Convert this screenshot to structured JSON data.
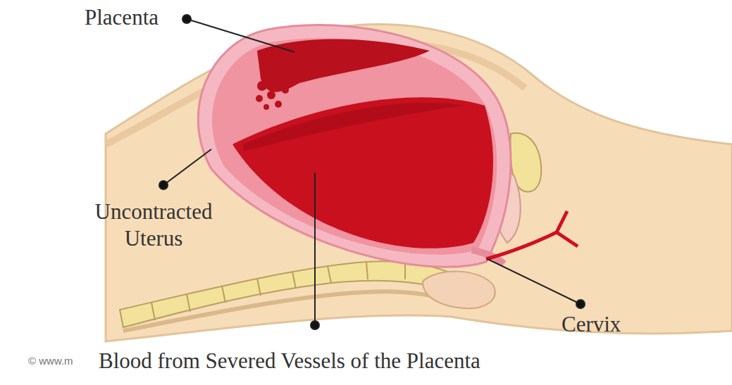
{
  "diagram": {
    "labels": [
      "Placenta",
      "Uncontracted Uterus",
      "Blood from Severed Vessels of the Placenta",
      "Cervix",
      "© www.m"
    ]
  }
}
